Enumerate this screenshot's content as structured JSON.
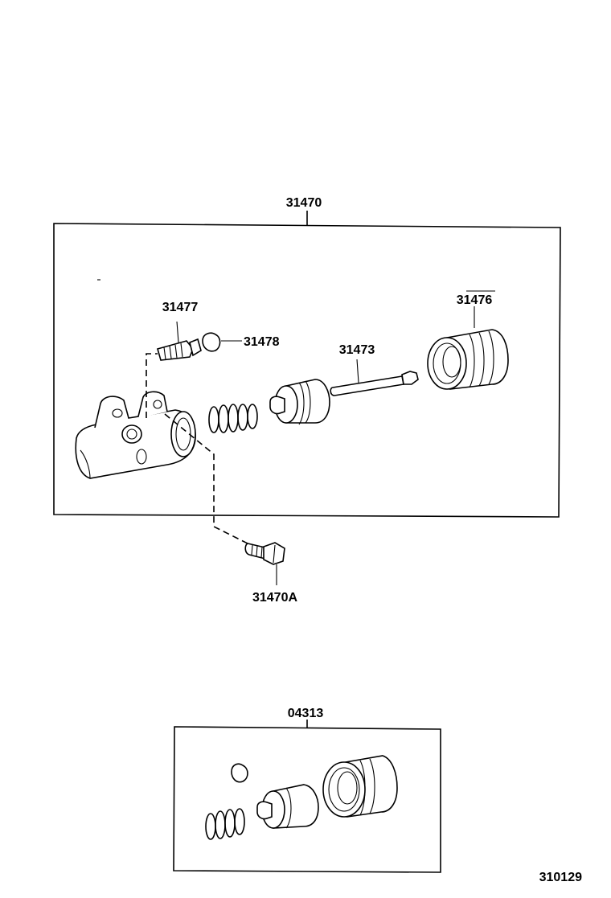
{
  "diagram": {
    "main_assembly": {
      "label": "31470",
      "parts": [
        {
          "name": "bleeder-plug",
          "label": "31477"
        },
        {
          "name": "bleeder-cap",
          "label": "31478"
        },
        {
          "name": "push-rod",
          "label": "31473"
        },
        {
          "name": "boot",
          "label": "31476"
        },
        {
          "name": "union-bolt",
          "label": "31470A"
        }
      ]
    },
    "repair_kit": {
      "label": "04313"
    },
    "figure_code": "310129"
  }
}
